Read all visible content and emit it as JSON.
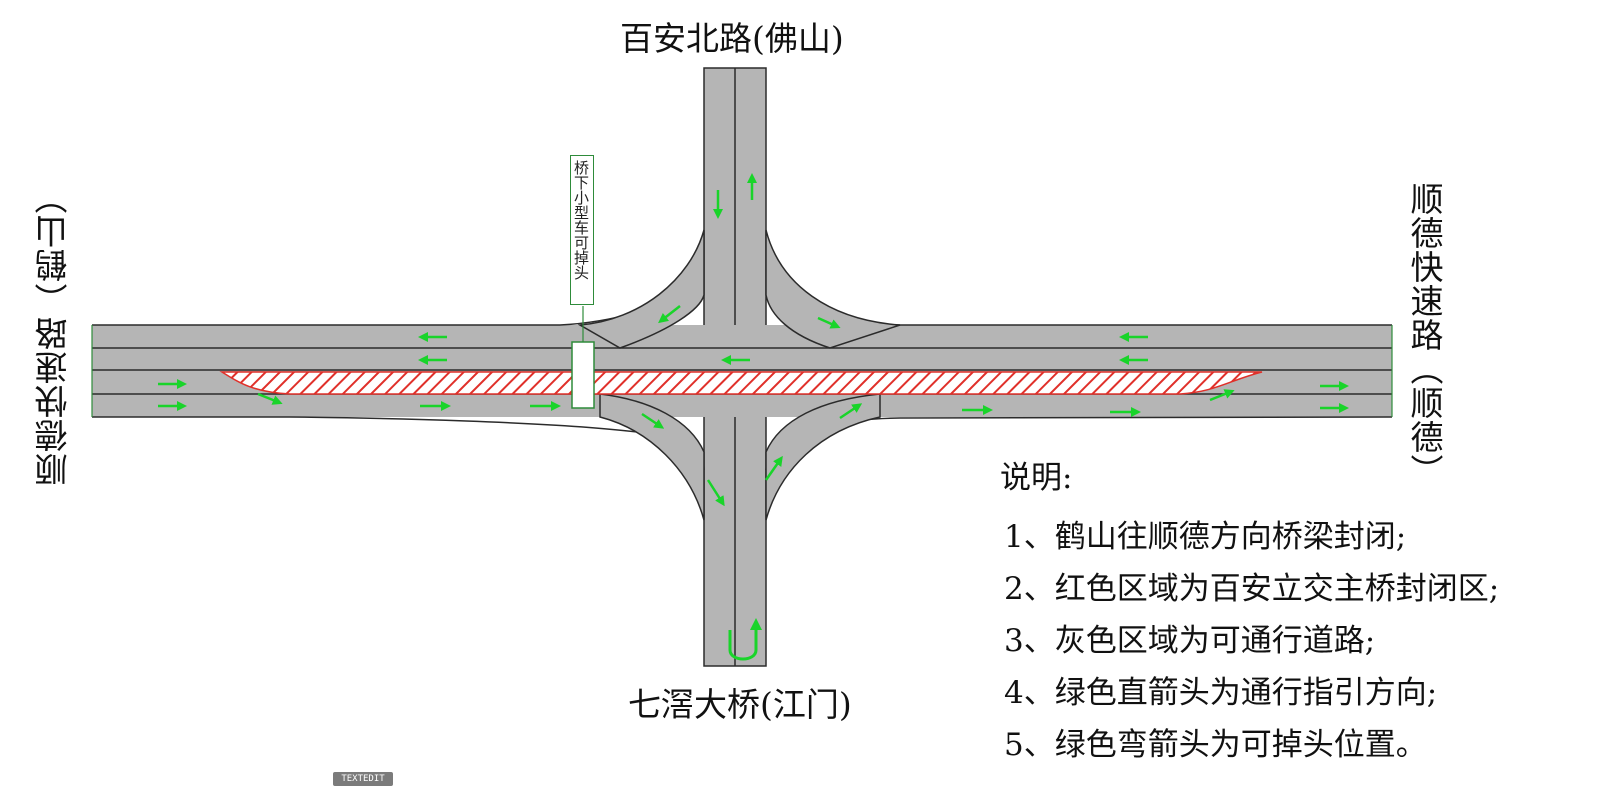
{
  "labels": {
    "north": "百安北路(佛山)",
    "south": "七滘大桥(江门)",
    "west": "顺德快速路（鹤山）",
    "east": "顺德快速路（顺德）",
    "uturn_note": "桥下小型车可掉头"
  },
  "legend": {
    "title": "说明:",
    "items": [
      "1、鹤山往顺德方向桥梁封闭;",
      "2、红色区域为百安立交主桥封闭区;",
      "3、灰色区域为可通行道路;",
      "4、绿色直箭头为通行指引方向;",
      "5、绿色弯箭头为可掉头位置。"
    ]
  },
  "badge": "TEXTEDIT",
  "colors": {
    "road": "#b5b5b5",
    "road_edge": "#2b2b2b",
    "closed_hatch": "#e0302a",
    "arrow": "#19d42a",
    "note_border": "#2e8b3a"
  },
  "icons": [
    "straight-arrow-icon",
    "u-turn-arrow-icon"
  ]
}
